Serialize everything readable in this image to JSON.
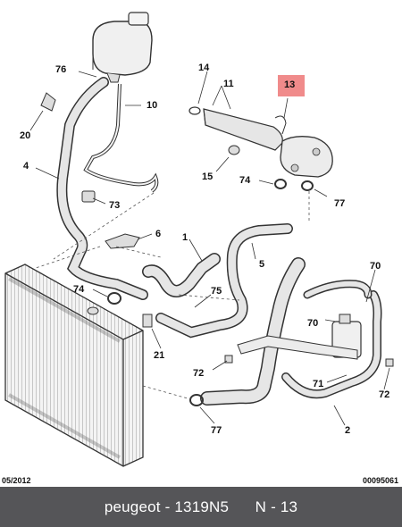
{
  "labels": {
    "l13": "13",
    "l14": "14",
    "l11": "11",
    "l76": "76",
    "l10": "10",
    "l20": "20",
    "l4": "4",
    "l15": "15",
    "l74a": "74",
    "l77a": "77",
    "l73": "73",
    "l6": "6",
    "l1": "1",
    "l5": "5",
    "l70a": "70",
    "l74b": "74",
    "l75": "75",
    "l70b": "70",
    "l21": "21",
    "l72a": "72",
    "l71": "71",
    "l72b": "72",
    "l77b": "77",
    "l2": "2"
  },
  "highlight_color": "#f08b8b",
  "footer": {
    "date": "05/2012",
    "code": "00095061"
  },
  "caption": {
    "text": "peugeot - 1319N5      N - 13"
  }
}
